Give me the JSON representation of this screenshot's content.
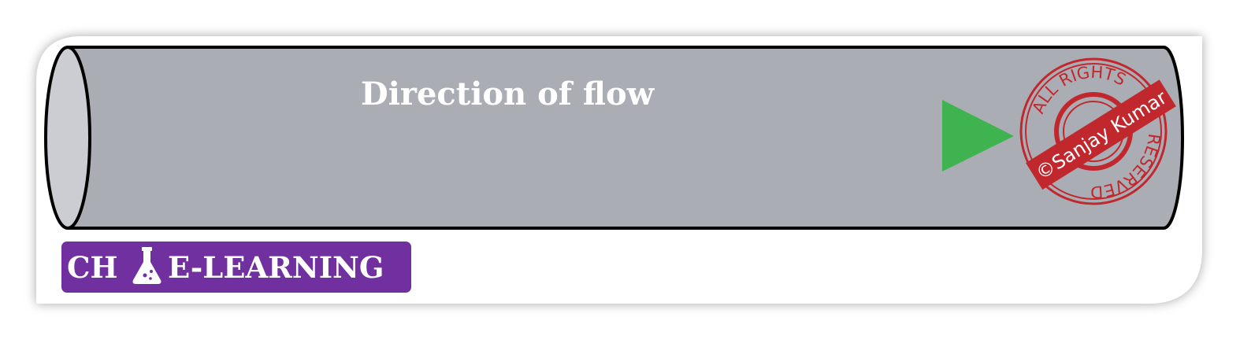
{
  "diagram": {
    "flow_label": "Direction of flow",
    "stamp": {
      "top_text": "ALL RIGHTS",
      "bottom_text": "RESERVED",
      "name": "©Sanjay Kumar"
    },
    "badge": {
      "left_text": "CH",
      "right_text": "E-LEARNING",
      "icon": "flask-icon"
    },
    "colors": {
      "pipe_body": "#aaaeb4",
      "pipe_end": "#cbcdd2",
      "pipe_outline": "#000000",
      "arrow_start": "#ff0f0f",
      "arrow_end": "#3fb34f",
      "stamp": "#c0282e",
      "badge_bg": "#7030a0",
      "text": "#ffffff"
    }
  }
}
